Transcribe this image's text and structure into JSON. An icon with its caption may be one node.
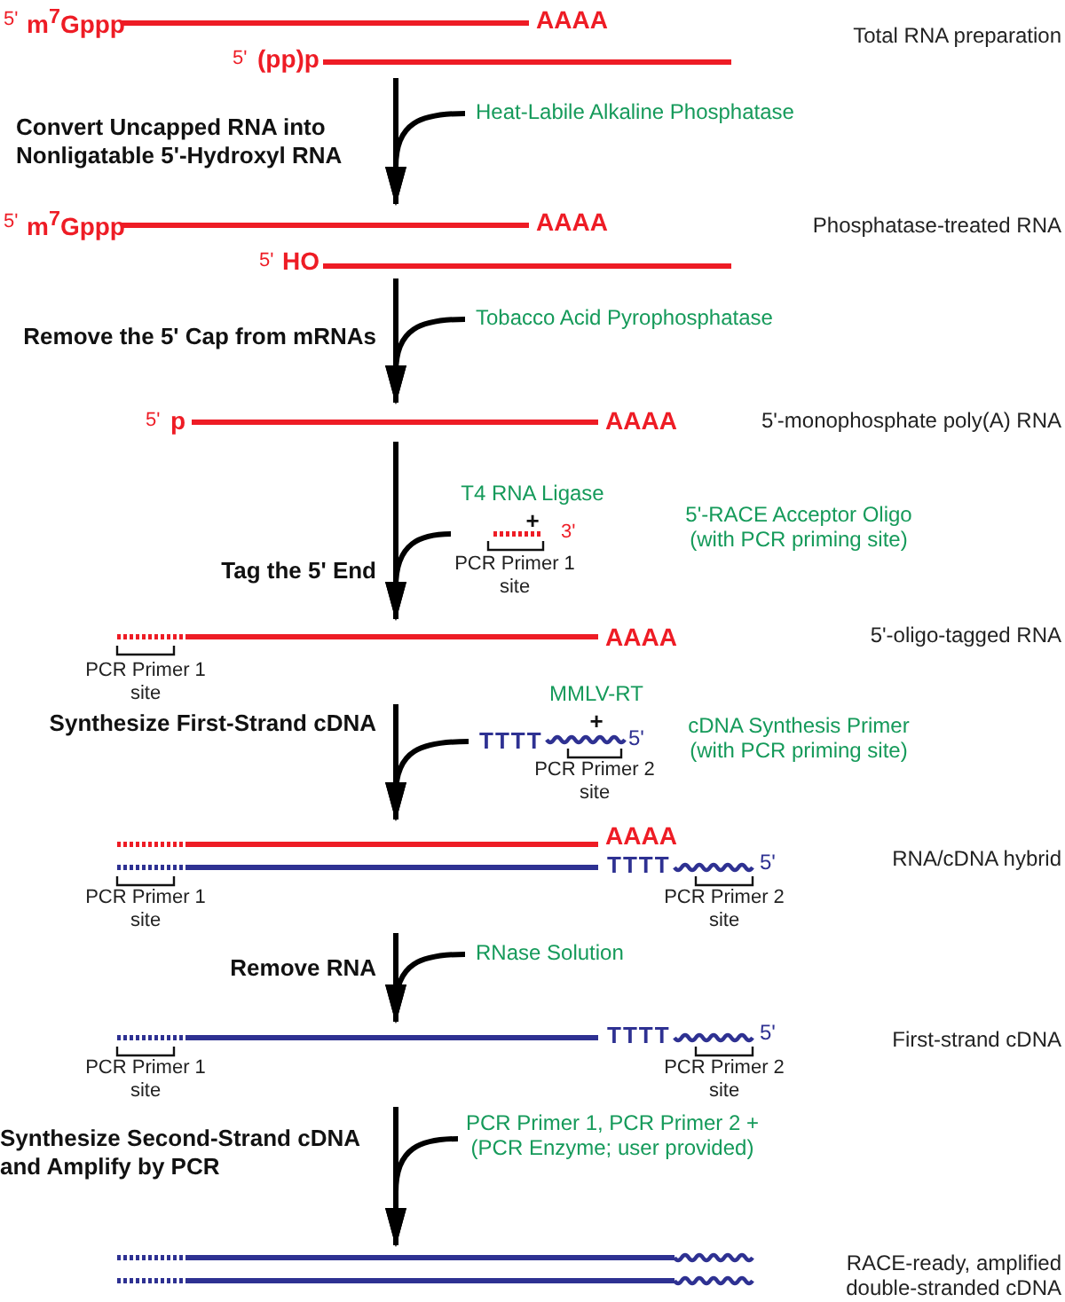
{
  "diagram": {
    "nodes": [
      {
        "text": [
          "5'",
          "m$^{7}$Gppp",
          "AAAA",
          "5'",
          "(pp)p"
        ]
      },
      {
        "text": [
          "Heat-Labile Alkaline Phosphatase"
        ]
      },
      {
        "text": [
          "5'",
          "m$^{7}$Gppp",
          "AAAA",
          "5'",
          "HO"
        ]
      },
      {
        "text": [
          "Tobacco Acid Pyrophosphatase"
        ]
      },
      {
        "text": [
          "5'",
          "p",
          "AAAA"
        ]
      },
      {
        "text": [
          "T4 RNA Ligase",
          "+",
          "3'",
          "PCR Primer 1 site"
        ],
        "beside": [
          "5'-RACE Acceptor Oligo (with PCR priming site)"
        ]
      },
      {
        "text": [
          "AAAA",
          "PCR Primer 1 site"
        ]
      },
      {
        "text": [
          "MMLV-RT",
          "+",
          "TTTT",
          "5'",
          "PCR Primer 2 site"
        ],
        "beside": [
          "cDNA Synthesis Primer (with PCR priming site)"
        ]
      },
      {
        "text": [
          "AAAA",
          "TTTT",
          "5'",
          "PCR Primer 1 site",
          "PCR Primer 2 site"
        ]
      },
      {
        "text": [
          "RNase Solution"
        ]
      },
      {
        "text": [
          "TTTT",
          "5'",
          "PCR Primer 1 site",
          "PCR Primer 2 site"
        ]
      },
      {
        "text": [
          "PCR Primer 1, PCR Primer 2 + (PCR Enzyme; user provided)"
        ]
      },
      {
        "text": [],
        "shape": "picture"
      }
    ],
    "edges": [
      {
        "from": 0,
        "to": 2,
        "arrow": "to",
        "label": "Convert Uncapped RNA into Nonligatable 5'-Hydroxyl RNA"
      },
      {
        "from": 1,
        "to": 2,
        "arrow": "to"
      },
      {
        "from": 2,
        "to": 4,
        "arrow": "to",
        "label": "Remove the 5' Cap from mRNAs"
      },
      {
        "from": 3,
        "to": 4,
        "arrow": "to"
      },
      {
        "from": 4,
        "to": 6,
        "arrow": "to",
        "label": "Tag the 5' End"
      },
      {
        "from": 5,
        "to": 6,
        "arrow": "to"
      },
      {
        "from": 6,
        "to": 8,
        "arrow": "to",
        "label": "Synthesize First-Strand cDNA"
      },
      {
        "from": 7,
        "to": 8,
        "arrow": "to"
      },
      {
        "from": 8,
        "to": 10,
        "arrow": "to",
        "label": "Remove RNA"
      },
      {
        "from": 9,
        "to": 10,
        "arrow": "to"
      },
      {
        "from": 10,
        "to": 12,
        "arrow": "to",
        "label": "Synthesize Second-Strand cDNA and Amplify by PCR"
      },
      {
        "from": 11,
        "to": 12,
        "arrow": "to"
      }
    ],
    "labels": [
      "Total RNA preparation",
      "Phosphatase-treated RNA",
      "5'-monophosphate poly(A) RNA",
      "5'-oligo-tagged RNA",
      "RNA/cDNA hybrid",
      "First-strand cDNA",
      "RACE-ready, amplified double-stranded cDNA"
    ]
  }
}
